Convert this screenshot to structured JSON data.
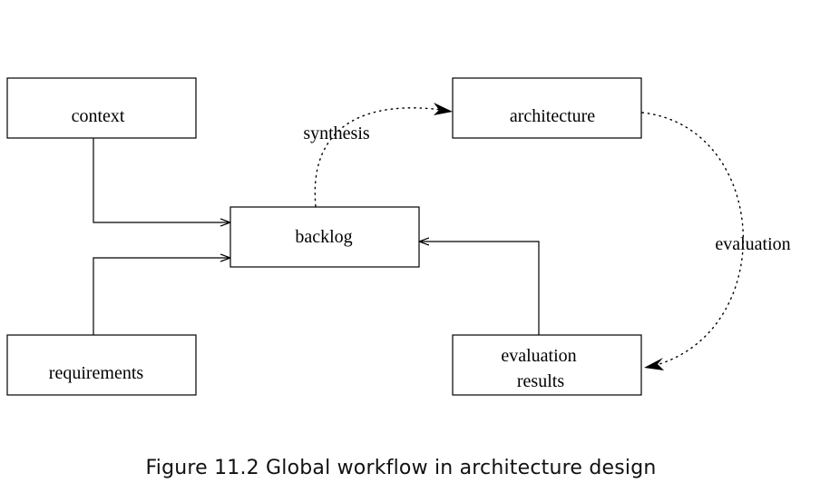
{
  "diagram": {
    "nodes": {
      "context": {
        "label": "context"
      },
      "architecture": {
        "label": "architecture"
      },
      "backlog": {
        "label": "backlog"
      },
      "requirements": {
        "label": "requirements"
      },
      "evaluation_results": {
        "label_line1": "evaluation",
        "label_line2": "results"
      }
    },
    "edges": {
      "synthesis": {
        "label": "synthesis",
        "from": "backlog",
        "to": "architecture",
        "style": "dotted"
      },
      "evaluation": {
        "label": "evaluation",
        "from": "architecture",
        "to": "evaluation_results",
        "style": "dotted"
      },
      "context_to_backlog": {
        "from": "context",
        "to": "backlog",
        "style": "solid"
      },
      "requirements_to_backlog": {
        "from": "requirements",
        "to": "backlog",
        "style": "solid"
      },
      "results_to_backlog": {
        "from": "evaluation_results",
        "to": "backlog",
        "style": "solid"
      }
    }
  },
  "caption": "Figure 11.2  Global workflow in architecture design"
}
